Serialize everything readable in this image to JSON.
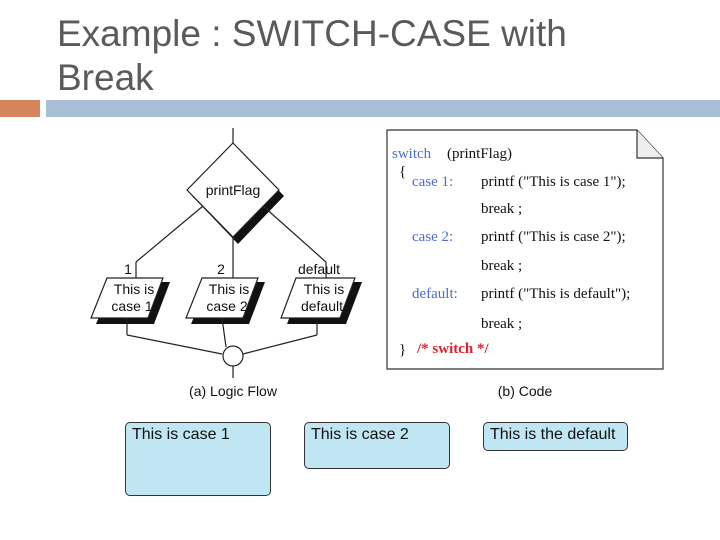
{
  "slide": {
    "title_line1": "Example : SWITCH-CASE with",
    "title_line2": "Break"
  },
  "flow": {
    "condition": "printFlag",
    "branch_labels": [
      "1",
      "2",
      "default"
    ],
    "actions": [
      [
        "This is",
        "case 1"
      ],
      [
        "This is",
        "case 2"
      ],
      [
        "This is",
        "default"
      ]
    ],
    "caption": "(a) Logic Flow"
  },
  "code": {
    "line_switch_kw": "switch",
    "line_switch_rest": "(printFlag)",
    "open_brace": "{",
    "case1_label": "case 1:",
    "case1_stmt": "printf   (\"This is case 1\");",
    "break1": "break ;",
    "case2_label": "case 2:",
    "case2_stmt": "printf   (\"This is case 2\");",
    "break2": "break ;",
    "default_label": "default:",
    "default_stmt": "printf   (\"This is default\");",
    "break3": "break ;",
    "close_brace": "}",
    "end_comment": "/* switch */",
    "caption": "(b) Code"
  },
  "outputs": [
    {
      "text": "This is case 1"
    },
    {
      "text": "This is case 2"
    },
    {
      "text": "This is the default"
    }
  ],
  "colors": {
    "keyword": "#4a6cd4",
    "comment": "#e0202a",
    "output_fill": "#bfe6f2",
    "accent_orange": "#d6845b",
    "accent_blue": "#a7bfd6"
  }
}
